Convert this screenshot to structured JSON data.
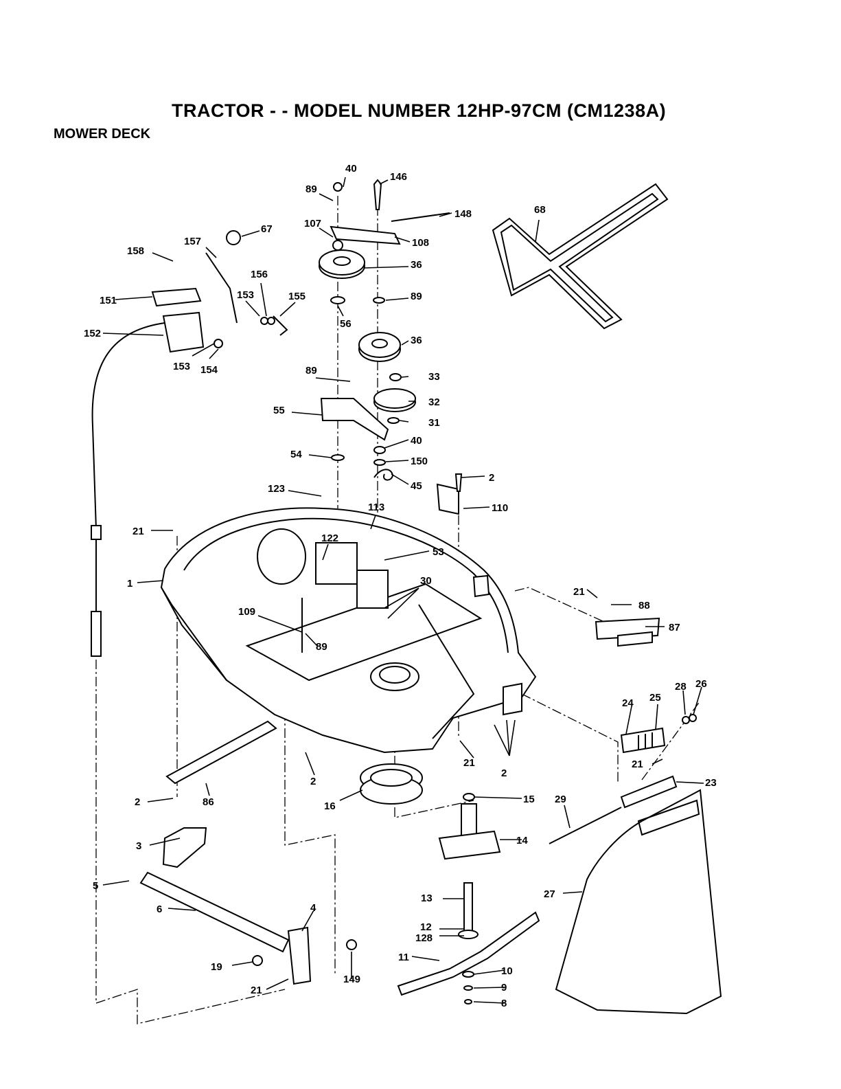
{
  "title": "TRACTOR - - MODEL NUMBER 12HP-97CM (CM1238A)",
  "subtitle": "MOWER DECK",
  "callouts": [
    {
      "id": "c40a",
      "text": "40"
    },
    {
      "id": "c146",
      "text": "146"
    },
    {
      "id": "c89a",
      "text": "89"
    },
    {
      "id": "c148",
      "text": "148"
    },
    {
      "id": "c107",
      "text": "107"
    },
    {
      "id": "c108",
      "text": "108"
    },
    {
      "id": "c68",
      "text": "68"
    },
    {
      "id": "c157",
      "text": "157"
    },
    {
      "id": "c67",
      "text": "67"
    },
    {
      "id": "c158",
      "text": "158"
    },
    {
      "id": "c36a",
      "text": "36"
    },
    {
      "id": "c156",
      "text": "156"
    },
    {
      "id": "c153a",
      "text": "153"
    },
    {
      "id": "c155",
      "text": "155"
    },
    {
      "id": "c151",
      "text": "151"
    },
    {
      "id": "c89b",
      "text": "89"
    },
    {
      "id": "c56",
      "text": "56"
    },
    {
      "id": "c152",
      "text": "152"
    },
    {
      "id": "c36b",
      "text": "36"
    },
    {
      "id": "c153b",
      "text": "153"
    },
    {
      "id": "c154",
      "text": "154"
    },
    {
      "id": "c89c",
      "text": "89"
    },
    {
      "id": "c33",
      "text": "33"
    },
    {
      "id": "c32",
      "text": "32"
    },
    {
      "id": "c55",
      "text": "55"
    },
    {
      "id": "c31",
      "text": "31"
    },
    {
      "id": "c40b",
      "text": "40"
    },
    {
      "id": "c54",
      "text": "54"
    },
    {
      "id": "c150",
      "text": "150"
    },
    {
      "id": "c45",
      "text": "45"
    },
    {
      "id": "c2a",
      "text": "2"
    },
    {
      "id": "c123",
      "text": "123"
    },
    {
      "id": "c113",
      "text": "113"
    },
    {
      "id": "c110",
      "text": "110"
    },
    {
      "id": "c21a",
      "text": "21"
    },
    {
      "id": "c122",
      "text": "122"
    },
    {
      "id": "c53",
      "text": "53"
    },
    {
      "id": "c1",
      "text": "1"
    },
    {
      "id": "c30",
      "text": "30"
    },
    {
      "id": "c21b",
      "text": "21"
    },
    {
      "id": "c88",
      "text": "88"
    },
    {
      "id": "c109",
      "text": "109"
    },
    {
      "id": "c87",
      "text": "87"
    },
    {
      "id": "c89d",
      "text": "89"
    },
    {
      "id": "c28",
      "text": "28"
    },
    {
      "id": "c26",
      "text": "26"
    },
    {
      "id": "c24",
      "text": "24"
    },
    {
      "id": "c25",
      "text": "25"
    },
    {
      "id": "c21c",
      "text": "21"
    },
    {
      "id": "c21d",
      "text": "21"
    },
    {
      "id": "c2b",
      "text": "2"
    },
    {
      "id": "c2c",
      "text": "2"
    },
    {
      "id": "c23",
      "text": "23"
    },
    {
      "id": "c2d",
      "text": "2"
    },
    {
      "id": "c86",
      "text": "86"
    },
    {
      "id": "c16",
      "text": "16"
    },
    {
      "id": "c15",
      "text": "15"
    },
    {
      "id": "c29",
      "text": "29"
    },
    {
      "id": "c3",
      "text": "3"
    },
    {
      "id": "c14",
      "text": "14"
    },
    {
      "id": "c5",
      "text": "5"
    },
    {
      "id": "c6",
      "text": "6"
    },
    {
      "id": "c13",
      "text": "13"
    },
    {
      "id": "c27",
      "text": "27"
    },
    {
      "id": "c4",
      "text": "4"
    },
    {
      "id": "c12",
      "text": "12"
    },
    {
      "id": "c128",
      "text": "128"
    },
    {
      "id": "c11",
      "text": "11"
    },
    {
      "id": "c19",
      "text": "19"
    },
    {
      "id": "c149",
      "text": "149"
    },
    {
      "id": "c10",
      "text": "10"
    },
    {
      "id": "c21e",
      "text": "21"
    },
    {
      "id": "c9",
      "text": "9"
    },
    {
      "id": "c8",
      "text": "8"
    }
  ]
}
